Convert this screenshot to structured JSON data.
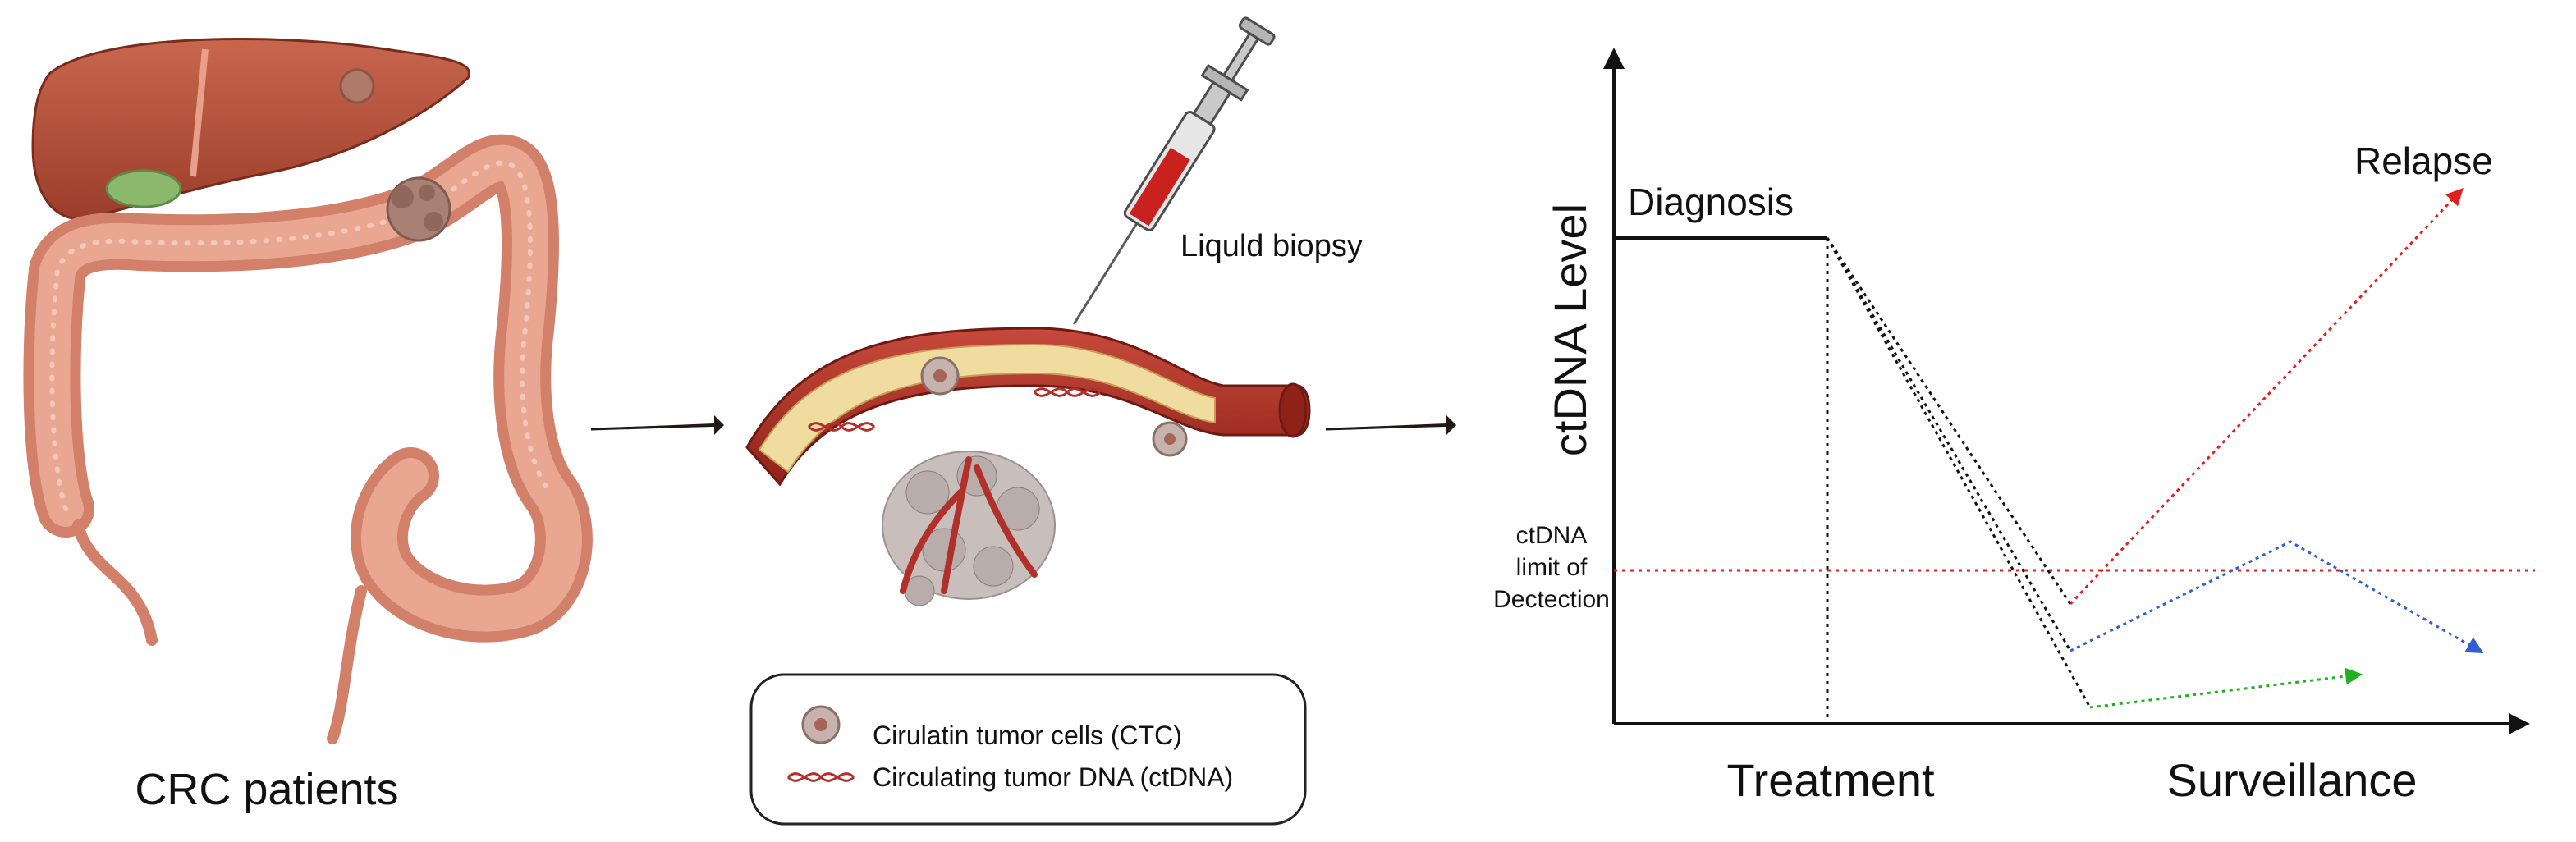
{
  "panels": {
    "patients": {
      "caption": "CRC patients"
    },
    "biopsy": {
      "caption": "Liquld biopsy",
      "legend": [
        {
          "label": "Cirulatin tumor cells (CTC)",
          "icon": "tumor-cell-icon"
        },
        {
          "label": "Circulating tumor DNA (ctDNA)",
          "icon": "dna-helix-icon"
        }
      ]
    },
    "graph": {
      "y_axis_label": "ctDNA Level",
      "diagnosis_label": "Diagnosis",
      "relapse_label": "Relapse",
      "lod_label_lines": [
        "ctDNA",
        "limit of",
        "Dectection"
      ],
      "phase_labels": [
        "Treatment",
        "Surveillance"
      ]
    }
  },
  "colors": {
    "relapse": "#e0201c",
    "intermediate": "#2f5fd0",
    "remission": "#22b022",
    "detection_limit": "#e0201c",
    "arrow": "#231815"
  }
}
